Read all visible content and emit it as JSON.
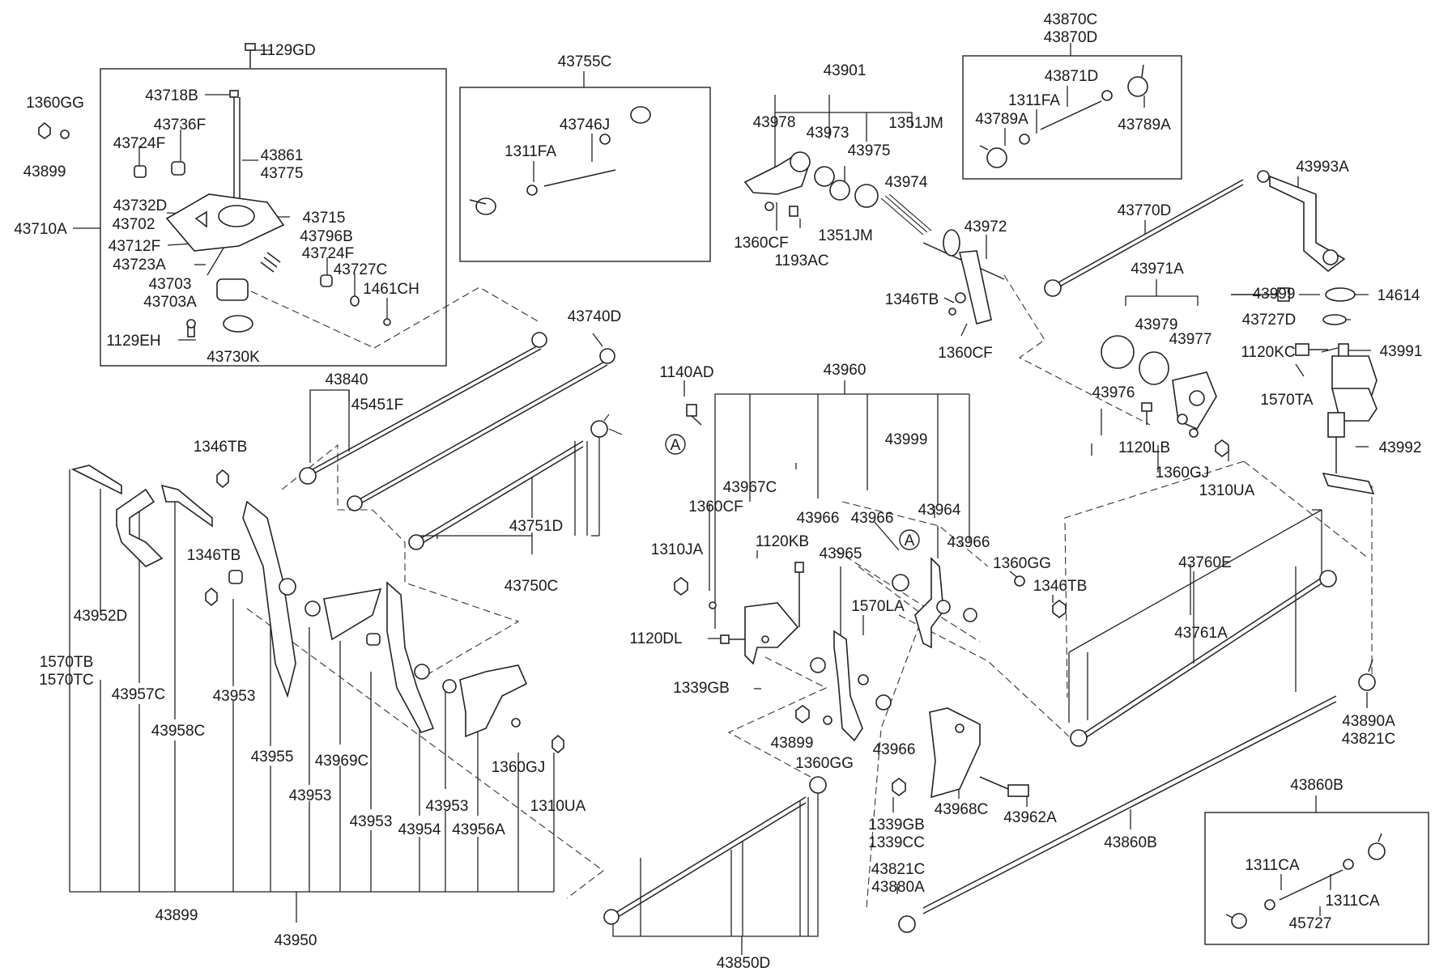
{
  "diagram": {
    "labels": {
      "p1129GD": "1129GD",
      "p1360GG_a": "1360GG",
      "p43899_a": "43899",
      "p43718B": "43718B",
      "p43736F": "43736F",
      "p43724F_a": "43724F",
      "p43861": "43861",
      "p43775": "43775",
      "p43732D": "43732D",
      "p43702": "43702",
      "p43715": "43715",
      "p43710A": "43710A",
      "p43712F": "43712F",
      "p43796B": "43796B",
      "p43723A": "43723A",
      "p43724F_b": "43724F",
      "p43727C": "43727C",
      "p43703": "43703",
      "p43703A": "43703A",
      "p1461CH": "1461CH",
      "p1129EH": "1129EH",
      "p43730K": "43730K",
      "p43755C": "43755C",
      "p43746J": "43746J",
      "p1311FA_a": "1311FA",
      "p43901": "43901",
      "p43978": "43978",
      "p43973": "43973",
      "p43975": "43975",
      "p1351JM_a": "1351JM",
      "p43974": "43974",
      "p1360CF_a": "1360CF",
      "p1351JM_b": "1351JM",
      "p1193AC": "1193AC",
      "p43972": "43972",
      "p43870C": "43870C",
      "p43870D": "43870D",
      "p43871D": "43871D",
      "p1311FA_b": "1311FA",
      "p43789A_a": "43789A",
      "p43789A_b": "43789A",
      "p43993A": "43993A",
      "p43770D": "43770D",
      "p43971A": "43971A",
      "p43999_a": "43999",
      "p14614": "14614",
      "p43979": "43979",
      "p43977": "43977",
      "p43727D": "43727D",
      "p1346TB_a": "1346TB",
      "p1360CF_b": "1360CF",
      "p1120KC": "1120KC",
      "p43991": "43991",
      "p1570TA": "1570TA",
      "p43976": "43976",
      "p1120LB": "1120LB",
      "p43992": "43992",
      "p1360GJ_a": "1360GJ",
      "p1310UA_a": "1310UA",
      "p43740D": "43740D",
      "p43840": "43840",
      "p45451F": "45451F",
      "p1140AD": "1140AD",
      "p43960": "43960",
      "pA_a": "A",
      "p1346TB_b": "1346TB",
      "p43999_b": "43999",
      "p43967C": "43967C",
      "p1360CF_c": "1360CF",
      "p43966_a": "43966",
      "p43966_b": "43966",
      "p43964": "43964",
      "p43751D": "43751D",
      "p1310JA": "1310JA",
      "p1120KB": "1120KB",
      "p43965": "43965",
      "pA_b": "A",
      "p43966_c": "43966",
      "p1360GG_b": "1360GG",
      "p1346TB_c": "1346TB",
      "p1346TB_d": "1346TB",
      "p43750C": "43750C",
      "p43760E": "43760E",
      "p1570LA": "1570LA",
      "p43952D": "43952D",
      "p1120DL": "1120DL",
      "p43761A": "43761A",
      "p1570TB": "1570TB",
      "p1570TC": "1570TC",
      "p1339GB_a": "1339GB",
      "p43957C": "43957C",
      "p43953_a": "43953",
      "p43890A": "43890A",
      "p43821C_a": "43821C",
      "p43958C": "43958C",
      "p43899_b": "43899",
      "p43966_d": "43966",
      "p43955": "43955",
      "p43969C": "43969C",
      "p1360GJ_b": "1360GJ",
      "p1360GG_c": "1360GG",
      "p43953_b": "43953",
      "p43860B_a": "43860B",
      "p43953_c": "43953",
      "p1310UA_b": "1310UA",
      "p43968C": "43968C",
      "p43962A": "43962A",
      "p1339GB_b": "1339GB",
      "p43953_d": "43953",
      "p43954": "43954",
      "p43956A": "43956A",
      "p1339CC": "1339CC",
      "p43860B_b": "43860B",
      "p1311CA_a": "1311CA",
      "p43821C_b": "43821C",
      "p43880A": "43880A",
      "p1311CA_b": "1311CA",
      "p43899_c": "43899",
      "p43950": "43950",
      "p45727": "45727",
      "p43850D": "43850D"
    }
  }
}
